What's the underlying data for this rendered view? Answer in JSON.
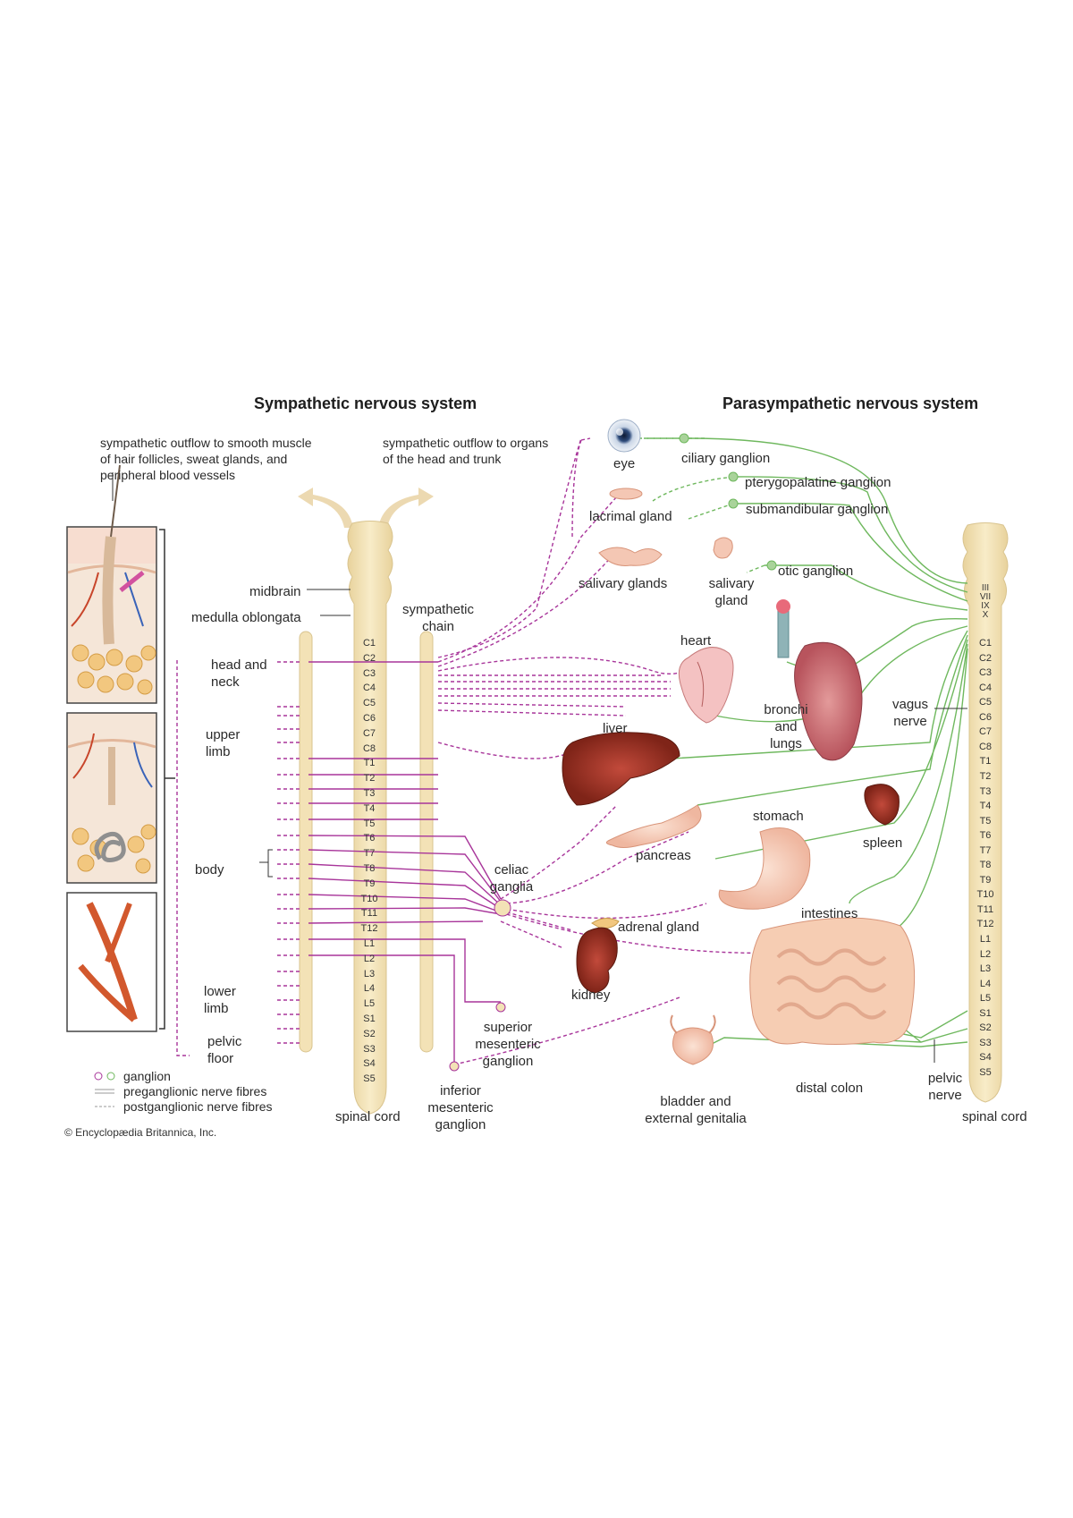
{
  "titles": {
    "sympathetic": "Sympathetic nervous system",
    "parasympathetic": "Parasympathetic nervous system"
  },
  "labels": {
    "outflow_smooth_muscle": [
      "sympathetic outflow to smooth muscle",
      "of hair follicles, sweat glands, and",
      "peripheral blood vessels"
    ],
    "outflow_head_trunk": [
      "sympathetic outflow to organs",
      "of the head and trunk"
    ],
    "eye": "eye",
    "ciliary_ganglion": "ciliary ganglion",
    "pterygopalatine_ganglion": "pterygopalatine ganglion",
    "lacrimal_gland": "lacrimal gland",
    "submandibular_ganglion": "submandibular ganglion",
    "salivary_glands": "salivary glands",
    "salivary_gland": [
      "salivary",
      "gland"
    ],
    "otic_ganglion": "otic ganglion",
    "midbrain": "midbrain",
    "medulla_oblongata": "medulla oblongata",
    "sympathetic_chain": [
      "sympathetic",
      "chain"
    ],
    "heart": "heart",
    "bronchi_lungs": [
      "bronchi",
      "and",
      "lungs"
    ],
    "vagus_nerve": [
      "vagus",
      "nerve"
    ],
    "head_neck": [
      "head and",
      "neck"
    ],
    "upper_limb": [
      "upper",
      "limb"
    ],
    "liver": "liver",
    "body": "body",
    "stomach": "stomach",
    "spleen": "spleen",
    "pancreas": "pancreas",
    "celiac_ganglia": [
      "celiac",
      "ganglia"
    ],
    "adrenal_gland": "adrenal gland",
    "intestines": "intestines",
    "kidney": "kidney",
    "lower_limb": [
      "lower",
      "limb"
    ],
    "pelvic_floor": [
      "pelvic",
      "floor"
    ],
    "superior_mesenteric": [
      "superior",
      "mesenteric",
      "ganglion"
    ],
    "inferior_mesenteric": [
      "inferior",
      "mesenteric",
      "ganglion"
    ],
    "bladder": [
      "bladder and",
      "external genitalia"
    ],
    "distal_colon": "distal colon",
    "pelvic_nerve": [
      "pelvic",
      "nerve"
    ],
    "spinal_cord_left": "spinal cord",
    "spinal_cord_right": "spinal cord"
  },
  "segments_left": [
    "C1",
    "C2",
    "C3",
    "C4",
    "C5",
    "C6",
    "C7",
    "C8",
    "T1",
    "T2",
    "T3",
    "T4",
    "T5",
    "T6",
    "T7",
    "T8",
    "T9",
    "T10",
    "T11",
    "T12",
    "L1",
    "L2",
    "L3",
    "L4",
    "L5",
    "S1",
    "S2",
    "S3",
    "S4",
    "S5"
  ],
  "segments_right": [
    "C1",
    "C2",
    "C3",
    "C4",
    "C5",
    "C6",
    "C7",
    "C8",
    "T1",
    "T2",
    "T3",
    "T4",
    "T5",
    "T6",
    "T7",
    "T8",
    "T9",
    "T10",
    "T11",
    "T12",
    "L1",
    "L2",
    "L3",
    "L4",
    "L5",
    "S1",
    "S2",
    "S3",
    "S4",
    "S5"
  ],
  "cranial_nerves": [
    "III",
    "VII",
    "IX",
    "X"
  ],
  "legend": {
    "ganglion": "ganglion",
    "preganglionic": "preganglionic nerve fibres",
    "postganglionic": "postganglionic nerve fibres"
  },
  "copyright": "© Encyclopædia Britannica, Inc.",
  "colors": {
    "sympathetic": "#a8359a",
    "parasympathetic": "#6fb85e",
    "cord": "#f3e2b6",
    "cord_edge": "#d9c48f",
    "vessel_red": "#c8452a",
    "vessel_blue": "#3a63b8"
  }
}
